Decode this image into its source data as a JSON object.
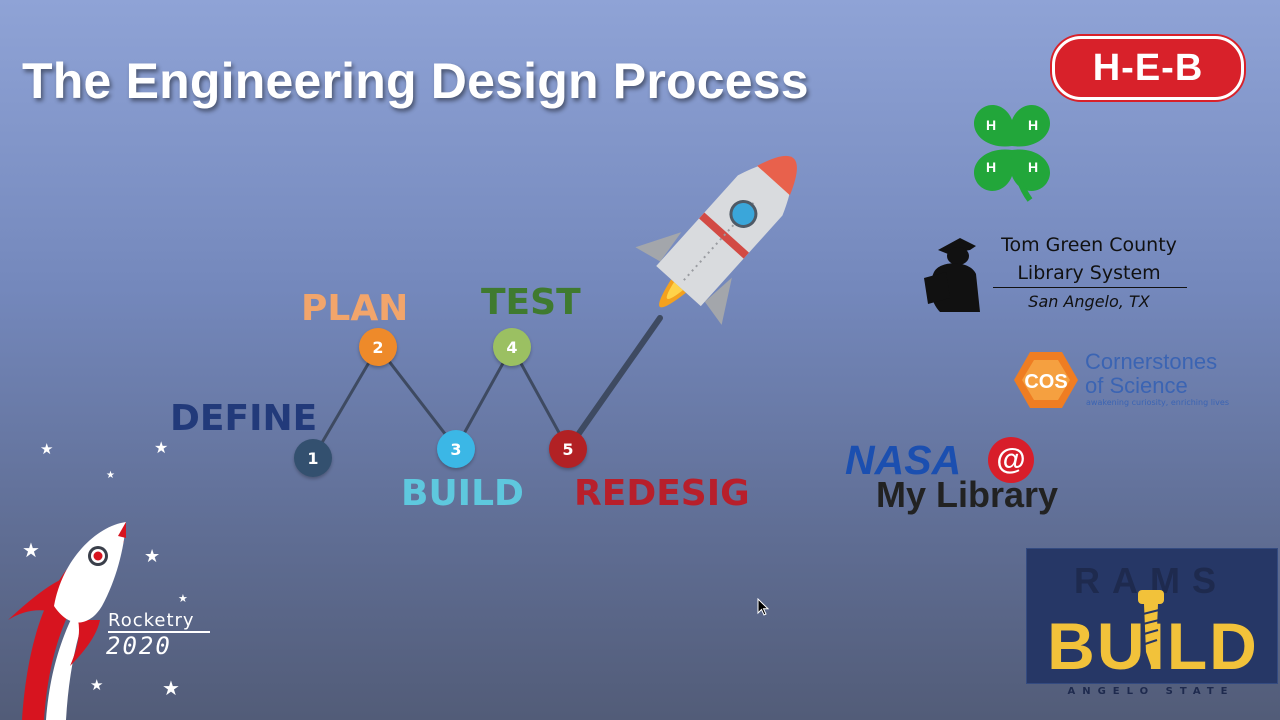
{
  "slide": {
    "title": "The Engineering Design Process"
  },
  "steps": [
    {
      "num": "1",
      "label": "DEFINE",
      "node_color": "#33506f",
      "label_color": "#223a7a"
    },
    {
      "num": "2",
      "label": "PLAN",
      "node_color": "#ee8a2a",
      "label_color": "#f2a56b"
    },
    {
      "num": "3",
      "label": "BUILD",
      "node_color": "#3bb7e6",
      "label_color": "#5ec8de"
    },
    {
      "num": "4",
      "label": "TEST",
      "node_color": "#9bc062",
      "label_color": "#3f7a2f"
    },
    {
      "num": "5",
      "label": "REDESIG",
      "node_color": "#b22124",
      "label_color": "#b81f2b"
    }
  ],
  "sponsors": {
    "heb": "H-E-B",
    "tgc_line1": "Tom Green County",
    "tgc_line2": "Library System",
    "tgc_location": "San Angelo, TX",
    "cos_line1": "Cornerstones",
    "cos_line2": "of Science",
    "cos_tagline": "awakening curiosity, enriching lives",
    "cos_mark": "COS",
    "nasa": "NASA",
    "nasa_at": "@",
    "my_library": "My Library",
    "rams": "RAMS",
    "build": "BUILD",
    "angelo_state": "ANGELO STATE",
    "fourh_leaf": "H"
  },
  "program": {
    "rocketry": "Rocketry",
    "year": "2020"
  },
  "icons": [
    "rocket-icon",
    "clover-icon",
    "reader-icon",
    "cursor-icon",
    "star-icon",
    "screw-icon"
  ],
  "colors": {
    "heb_red": "#d8212a",
    "clover_green": "#22a63a",
    "rams_gold": "#f2c23a",
    "rams_navy": "#263766"
  }
}
